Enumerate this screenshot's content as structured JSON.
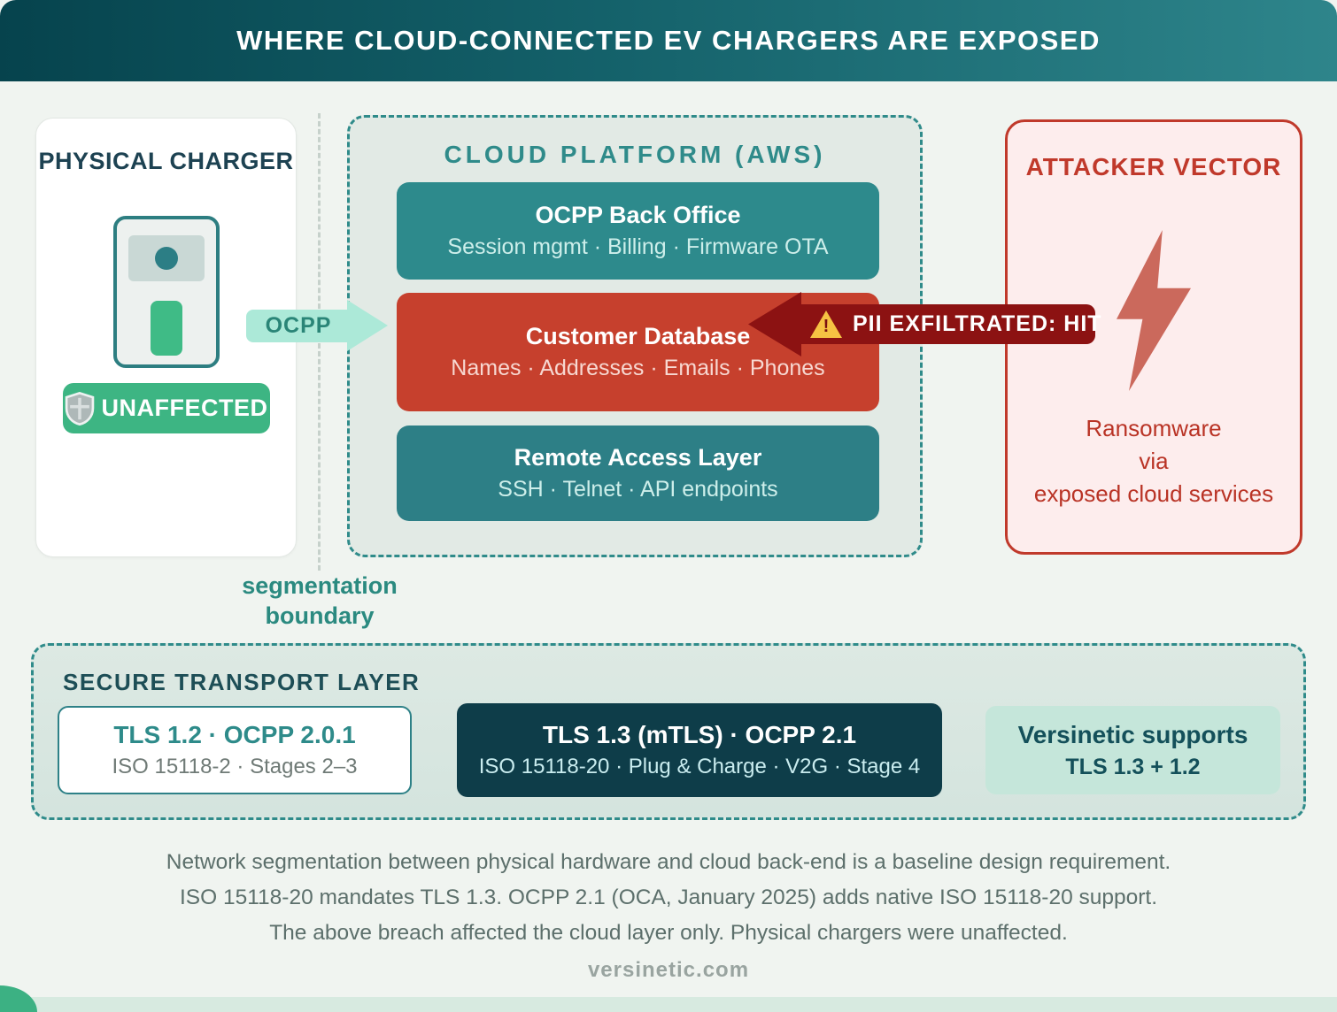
{
  "header": {
    "title": "WHERE CLOUD-CONNECTED EV CHARGERS ARE EXPOSED"
  },
  "physical_charger": {
    "title": "PHYSICAL CHARGER",
    "badge_label": "UNAFFECTED"
  },
  "ocpp_arrow": {
    "label": "OCPP"
  },
  "segmentation": {
    "label": "segmentation boundary"
  },
  "cloud_platform": {
    "title": "CLOUD PLATFORM (AWS)",
    "boxes": [
      {
        "title": "OCPP Back Office",
        "subtitle": "Session mgmt · Billing · Firmware OTA",
        "status": "teal"
      },
      {
        "title": "Customer Database",
        "subtitle": "Names · Addresses · Emails · Phones",
        "status": "breached-red"
      },
      {
        "title": "Remote Access Layer",
        "subtitle": "SSH · Telnet · API endpoints",
        "status": "teal"
      }
    ]
  },
  "attack_arrow": {
    "label": "PII EXFILTRATED: HIT",
    "warning_glyph": "!"
  },
  "attacker_vector": {
    "title": "ATTACKER VECTOR",
    "description_line1": "Ransomware",
    "description_line2": "via",
    "description_line3": "exposed cloud services"
  },
  "secure_transport": {
    "title": "SECURE TRANSPORT LAYER",
    "cards": [
      {
        "line1": "TLS 1.2 · OCPP 2.0.1",
        "line2": "ISO 15118-2 · Stages 2–3",
        "variant": "white"
      },
      {
        "line1": "TLS 1.3 (mTLS) · OCPP 2.1",
        "line2": "ISO 15118-20 · Plug & Charge · V2G · Stage 4",
        "variant": "dark"
      },
      {
        "line1": "Versinetic supports",
        "line2": "TLS 1.3 + 1.2",
        "variant": "mint"
      }
    ]
  },
  "footer": {
    "line1": "Network segmentation between physical hardware and cloud back-end is a baseline design requirement.",
    "line2": "ISO 15118-20 mandates TLS 1.3. OCPP 2.1 (OCA, January 2025) adds native ISO 15118-20 support.",
    "line3": "The above breach affected the cloud layer only. Physical chargers were unaffected.",
    "website": "versinetic.com"
  },
  "colors": {
    "header_teal_dark": "#06434d",
    "header_teal_light": "#2e858b",
    "teal_box": "#2d8a8c",
    "breach_red": "#c6402d",
    "attack_arrow_red": "#8c1212",
    "attacker_accent": "#c0392b",
    "badge_green": "#3db583",
    "mint_arrow": "#ace9d8",
    "dark_tls_card": "#0e3d49",
    "warning_yellow": "#f6c243"
  }
}
